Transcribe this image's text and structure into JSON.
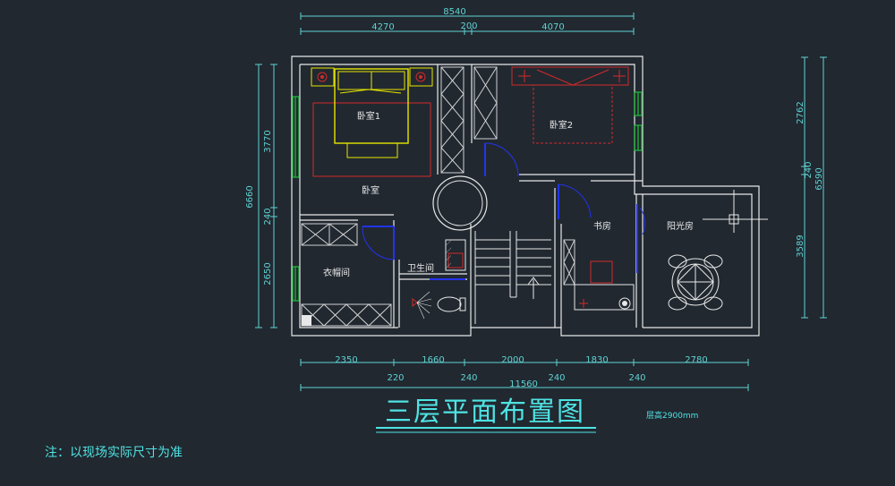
{
  "dims": {
    "top_total": "8540",
    "top_left": "4270",
    "top_mid": "200",
    "top_right": "4070",
    "left_total": "6660",
    "left_a": "3770",
    "left_b": "240",
    "left_c": "2650",
    "right_a": "2762",
    "right_b": "240",
    "right_c": "3589",
    "right_total": "6590",
    "bot1_a": "2350",
    "bot1_b": "1660",
    "bot1_c": "2000",
    "bot1_d": "1830",
    "bot1_e": "2780",
    "bot2_a": "220",
    "bot2_b": "240",
    "bot2_c": "240",
    "bot2_d": "240",
    "bot_total": "11560"
  },
  "rooms": {
    "bedroom1": "卧室1",
    "bedroom2": "卧室2",
    "bedroom": "卧室",
    "closet": "衣帽间",
    "bathroom": "卫生间",
    "study": "书房",
    "sunroom": "阳光房"
  },
  "title": "三层平面布置图",
  "floor_height": "层高2900mm",
  "note": "注：以现场实际尺寸为准",
  "colors": {
    "background": "#212830",
    "wall": "#e8e8e8",
    "dimension": "#5fd3d3",
    "door": "#2233ee",
    "furniture_yellow": "#e6e600",
    "furniture_red": "#d42a2a",
    "window_green": "#1fbf3a"
  }
}
